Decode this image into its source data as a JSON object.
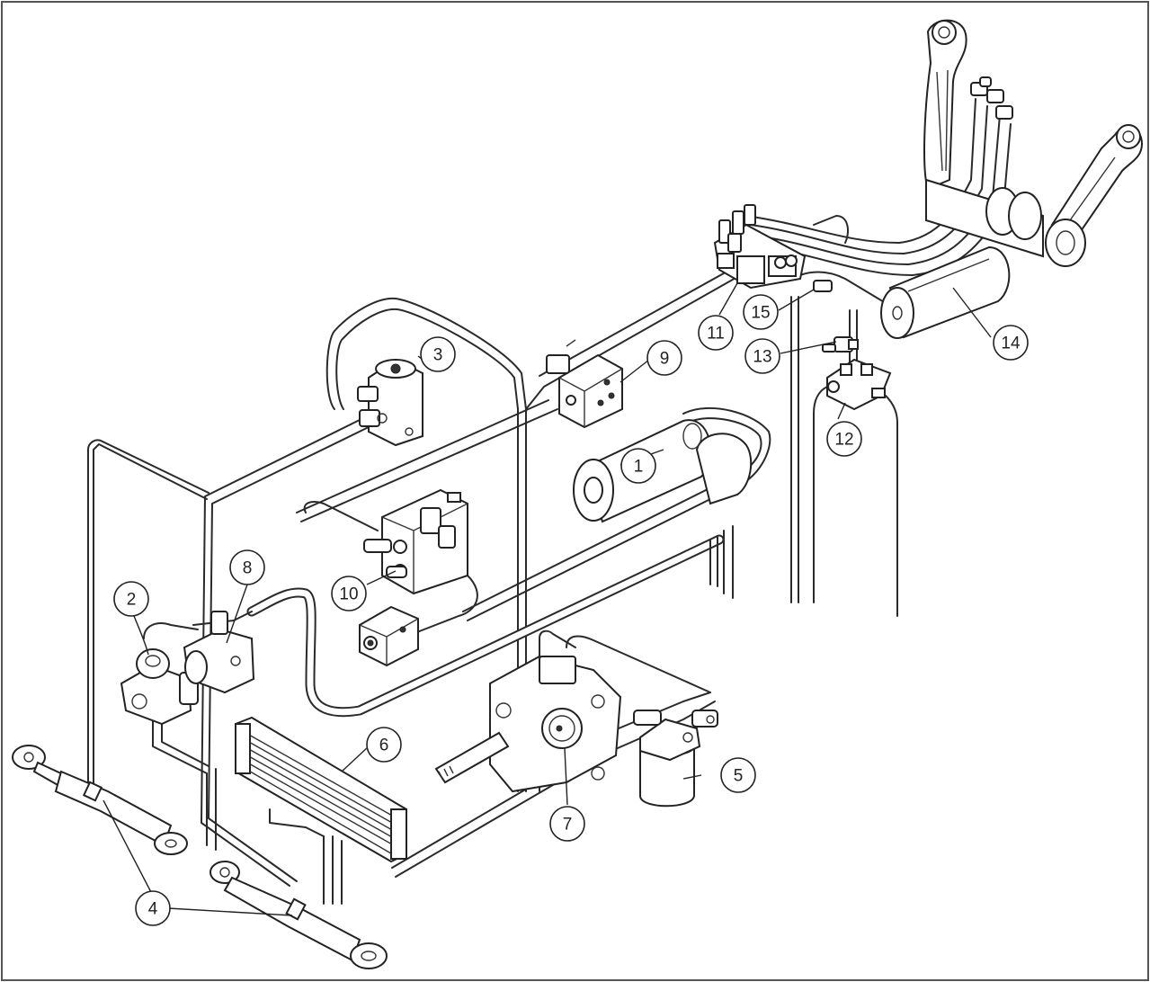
{
  "diagram": {
    "border_color": "#555555",
    "background": "#ffffff",
    "callouts": [
      {
        "id": "c1",
        "label": "1"
      },
      {
        "id": "c2",
        "label": "2"
      },
      {
        "id": "c3",
        "label": "3"
      },
      {
        "id": "c4",
        "label": "4"
      },
      {
        "id": "c5",
        "label": "5"
      },
      {
        "id": "c6",
        "label": "6"
      },
      {
        "id": "c7",
        "label": "7"
      },
      {
        "id": "c8",
        "label": "8"
      },
      {
        "id": "c9",
        "label": "9"
      },
      {
        "id": "c10",
        "label": "10"
      },
      {
        "id": "c11",
        "label": "11"
      },
      {
        "id": "c12",
        "label": "12"
      },
      {
        "id": "c13",
        "label": "13"
      },
      {
        "id": "c14",
        "label": "14"
      },
      {
        "id": "c15",
        "label": "15"
      }
    ]
  }
}
